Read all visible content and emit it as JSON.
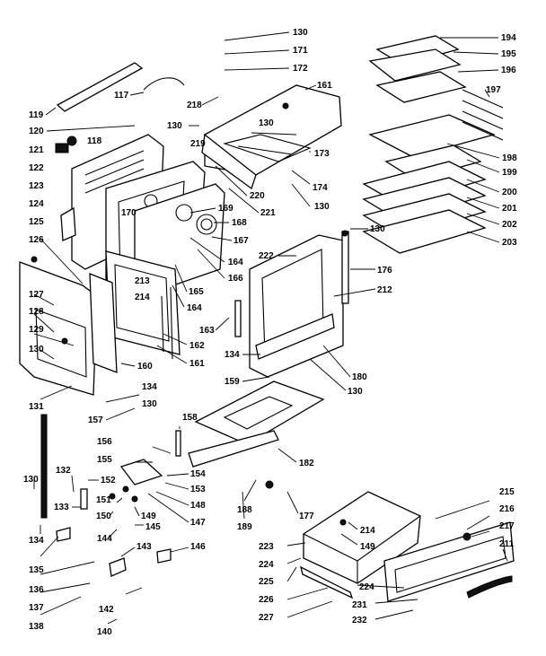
{
  "callouts": [
    "130",
    "171",
    "172",
    "194",
    "195",
    "196",
    "197",
    "161",
    "218",
    "117",
    "119",
    "120",
    "121",
    "118",
    "122",
    "123",
    "124",
    "125",
    "126",
    "127",
    "128",
    "129",
    "130",
    "131",
    "219",
    "130",
    "173",
    "130",
    "174",
    "220",
    "221",
    "130",
    "198",
    "199",
    "200",
    "201",
    "202",
    "203",
    "170",
    "169",
    "168",
    "167",
    "222",
    "166",
    "164",
    "165",
    "164",
    "213",
    "214",
    "163",
    "162",
    "161",
    "160",
    "212",
    "176",
    "130",
    "180",
    "130",
    "134",
    "159",
    "134",
    "130",
    "157",
    "158",
    "156",
    "155",
    "154",
    "153",
    "152",
    "132",
    "133",
    "151",
    "150",
    "149",
    "148",
    "147",
    "145",
    "144",
    "143",
    "146",
    "182",
    "188",
    "189",
    "177",
    "130",
    "134",
    "135",
    "136",
    "137",
    "138",
    "142",
    "140",
    "215",
    "216",
    "217",
    "211",
    "214",
    "149",
    "223",
    "224",
    "225",
    "226",
    "227",
    "224",
    "231",
    "232"
  ]
}
